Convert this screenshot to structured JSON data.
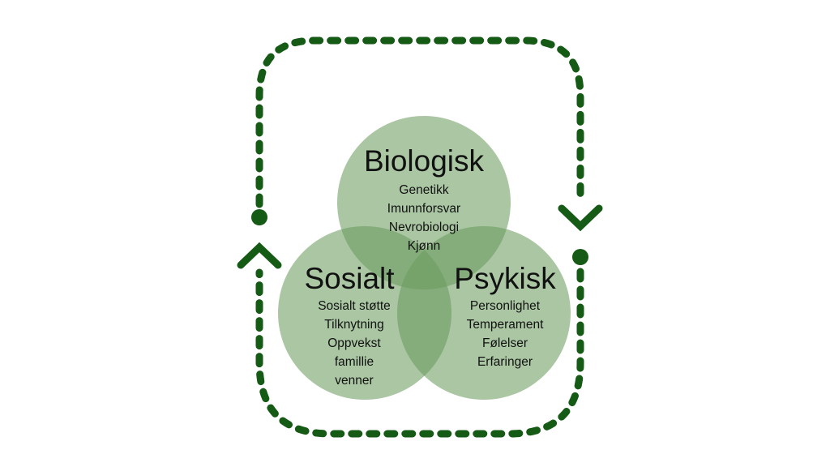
{
  "colors": {
    "background": "#ffffff",
    "circle_fill": "#6a9a5e",
    "circle_opacity": 0.57,
    "cycle_arrow": "#155a15",
    "text": "#111111"
  },
  "circles": [
    {
      "key": "biologisk",
      "title": "Biologisk",
      "items": [
        "Genetikk",
        "Imunnforsvar",
        "Nevrobiologi",
        "Kjønn"
      ]
    },
    {
      "key": "sosialt",
      "title": "Sosialt",
      "items": [
        "Sosialt støtte",
        "Tilknytning",
        "Oppvekst",
        "famillie",
        "venner"
      ]
    },
    {
      "key": "psykisk",
      "title": "Psykisk",
      "items": [
        "Personlighet",
        "Temperament",
        "Følelser",
        "Erfaringer"
      ]
    }
  ],
  "cycle": {
    "style": "dashed",
    "direction": "clockwise",
    "markers": [
      "dot-start",
      "chevron-head"
    ]
  }
}
